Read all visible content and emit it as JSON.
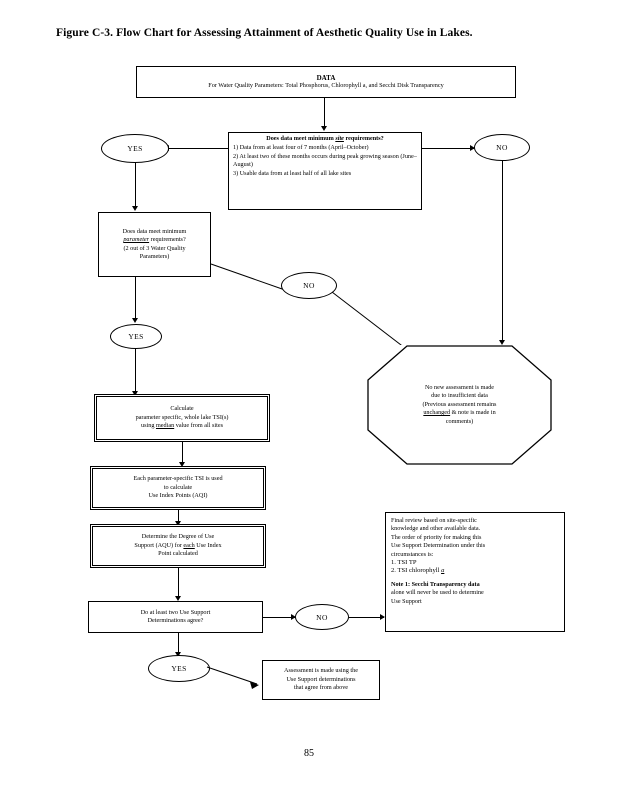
{
  "figure": {
    "title": "Figure C-3.  Flow Chart for Assessing Attainment of Aesthetic Quality Use in Lakes.",
    "page_number": "85"
  },
  "nodes": {
    "data_box": {
      "heading": "DATA",
      "body": "For Water Quality Parameters: Total Phosphorus, Chlorophyll a, and Secchi Disk Transparency"
    },
    "site_requirements": {
      "question": "Does data meet minimum site requirements?",
      "item1": "1) Data from at least four of 7 months (April–October)",
      "item2": "2) At least two of these months occurs during peak growing season (June–August)",
      "item3": "3) Usable data from at least half of all lake sites"
    },
    "parameter_requirements": {
      "line1": "Does data meet minimum",
      "line2": "parameter requirements?",
      "line3": "(2 out of 3 Water Quality",
      "line4": "Parameters)"
    },
    "no_new_assessment": {
      "line1": "No new assessment is made",
      "line2": "due to insufficient data",
      "line3": "(Previous assessment remains",
      "line4": "unchanged & note is made in",
      "line5": "comments)"
    },
    "calculate_tsi": {
      "line1": "Calculate",
      "line2": "parameter specific, whole lake TSI(s)",
      "line3_pre": "using ",
      "line3_em": "median",
      "line3_post": " value from all sites"
    },
    "use_index_points": {
      "line1": "Each parameter-specific TSI is used",
      "line2": "to calculate",
      "line3": "Use Index Points (AQI)"
    },
    "degree_of_support": {
      "line1": "Determine the Degree of Use",
      "line2_pre": "Support (AQU) for ",
      "line2_em": "each",
      "line2_post": " Use Index",
      "line3": "Point calculated"
    },
    "agreement_question": {
      "line1": "Do at least two Use Support",
      "line2": "Determinations agree?"
    },
    "final_review": {
      "line1": "Final review based on site-specific",
      "line2": "knowledge and other available data.",
      "line3": "The order of priority for making this",
      "line4": "Use Support Determination under this",
      "line5": "circumstances is:",
      "item1": "1.  TSI TP",
      "item2": "2.  TSI chlorophyll a",
      "note_line1": "Note 1: Secchi Transparency data",
      "note_line2": "alone will never be used to determine",
      "note_line3": "Use Support"
    },
    "assessment_made": {
      "line1": "Assessment is made using the",
      "line2": "Use Support determinations",
      "line3": "that agree from above"
    }
  },
  "decisions": {
    "yes_site": "YES",
    "no_site": "NO",
    "no_parameter": "NO",
    "yes_parameter": "YES",
    "no_agreement": "NO",
    "yes_agreement": "YES"
  }
}
